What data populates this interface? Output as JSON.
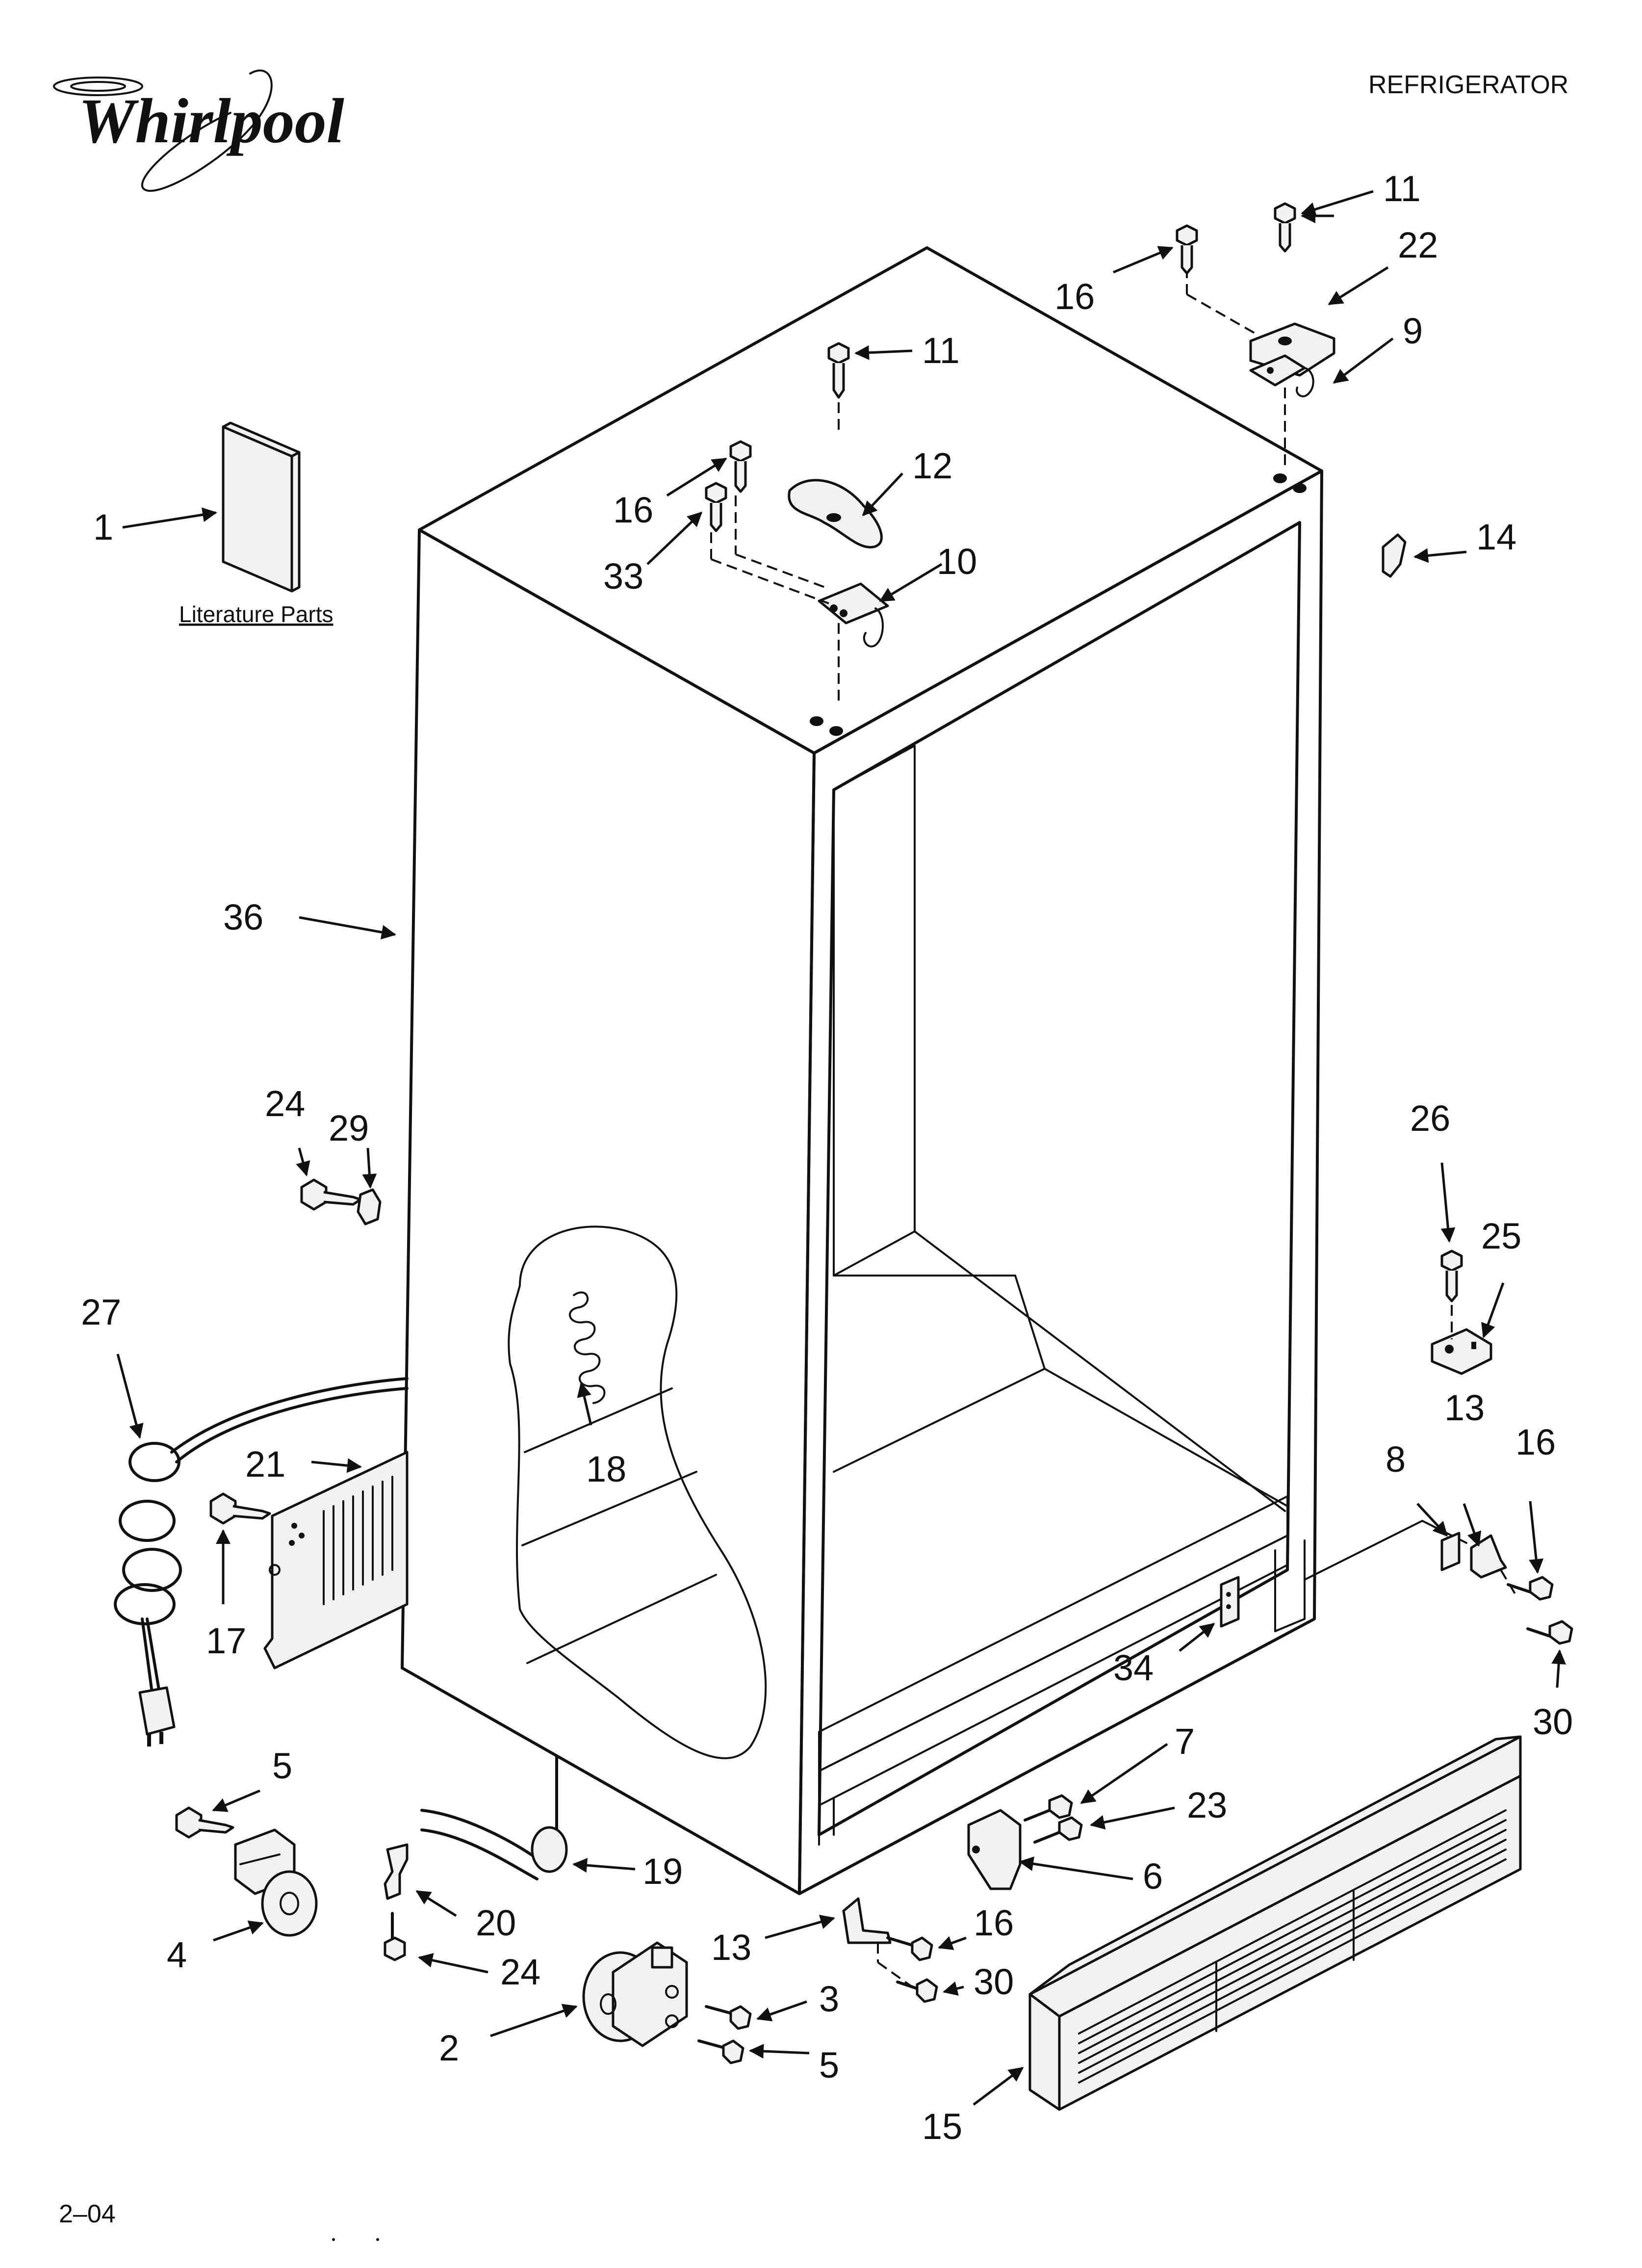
{
  "header": {
    "brand": "Whirlpool",
    "section_title": "REFRIGERATOR"
  },
  "literature_caption": "Literature Parts",
  "footer": {
    "page_code": "2–04"
  },
  "callouts": {
    "c1": "1",
    "c2": "2",
    "c3": "3",
    "c4": "4",
    "c5a": "5",
    "c5b": "5",
    "c6": "6",
    "c7": "7",
    "c8": "8",
    "c9": "9",
    "c10": "10",
    "c11a": "11",
    "c11b": "11",
    "c12": "12",
    "c13a": "13",
    "c13b": "13",
    "c14": "14",
    "c15": "15",
    "c16a": "16",
    "c16b": "16",
    "c16c": "16",
    "c16d": "16",
    "c17": "17",
    "c18": "18",
    "c19": "19",
    "c20": "20",
    "c21": "21",
    "c22": "22",
    "c23": "23",
    "c24a": "24",
    "c24b": "24",
    "c25": "25",
    "c26": "26",
    "c27": "27",
    "c29": "29",
    "c30a": "30",
    "c30b": "30",
    "c33": "33",
    "c34": "34",
    "c36": "36"
  }
}
